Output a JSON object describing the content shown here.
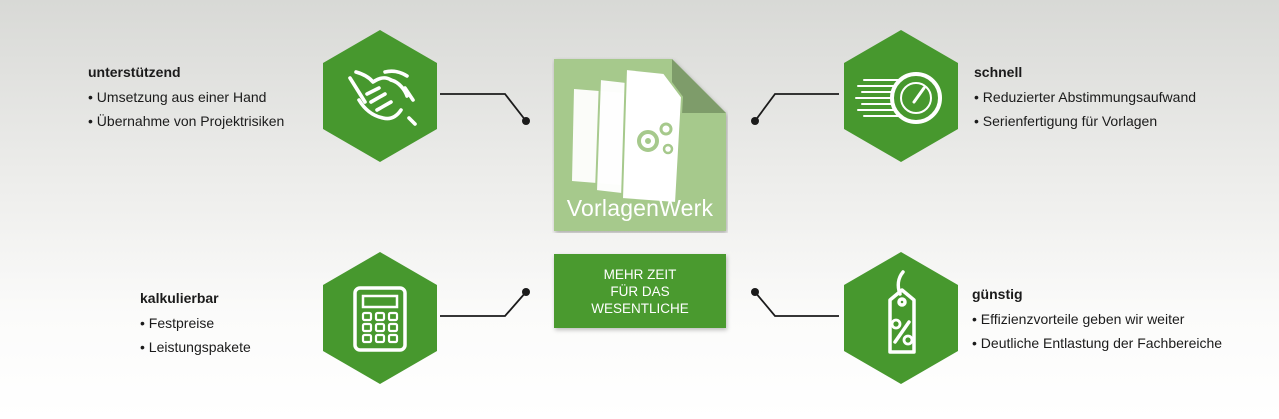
{
  "logo": {
    "name": "VorlagenWerk"
  },
  "tagline": {
    "line1": "MEHR ZEIT",
    "line2": "FÜR DAS",
    "line3": "WESENTLICHE"
  },
  "colors": {
    "hex_green": "#47982e",
    "logo_green": "#a6c98c",
    "tagline_green": "#4a9a2f"
  },
  "features": {
    "supportive": {
      "icon": "handshake-icon",
      "title": "unterstützend",
      "items": [
        "Umsetzung aus einer Hand",
        "Übernahme von Projektrisiken"
      ]
    },
    "fast": {
      "icon": "speedometer-icon",
      "title": "schnell",
      "items": [
        "Reduzierter Abstimmungsaufwand",
        "Serienfertigung für Vorlagen"
      ]
    },
    "calculable": {
      "icon": "calculator-icon",
      "title": "kalkulierbar",
      "items": [
        "Festpreise",
        "Leistungspakete"
      ]
    },
    "cheap": {
      "icon": "price-tag-icon",
      "title": "günstig",
      "items": [
        "Effizienzvorteile geben wir weiter",
        "Deutliche Entlastung der Fachbereiche"
      ]
    }
  }
}
